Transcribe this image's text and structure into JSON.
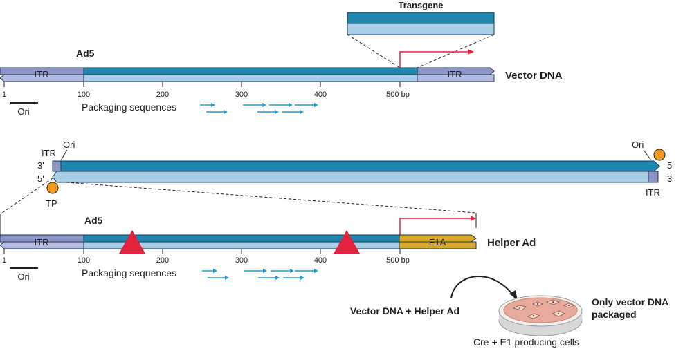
{
  "transgene_label": "Transgene",
  "vector": {
    "ad5_label": "Ad5",
    "itr_left": "ITR",
    "itr_right": "ITR",
    "name": "Vector DNA",
    "ticks": [
      "1",
      "100",
      "200",
      "300",
      "400",
      "500 bp"
    ],
    "ori": "Ori",
    "packaging": "Packaging sequences"
  },
  "genome": {
    "itr_left": "ITR",
    "ori_left": "Ori",
    "end_3_left": "3'",
    "end_5_left": "5'",
    "tp": "TP",
    "ori_right": "Ori",
    "end_5_right": "5'",
    "end_3_right": "3'",
    "itr_right": "ITR"
  },
  "helper": {
    "ad5_label": "Ad5",
    "itr_left": "ITR",
    "e1a": "E1A",
    "name": "Helper Ad",
    "ticks": [
      "1",
      "100",
      "200",
      "300",
      "400",
      "500 bp"
    ],
    "ori": "Ori",
    "packaging": "Packaging sequences"
  },
  "dish": {
    "input": "Vector DNA + Helper Ad",
    "result_line1": "Only vector DNA",
    "result_line2": "packaged",
    "cells": "Cre + E1 producing cells"
  },
  "colors": {
    "dark_blue": "#1f87ad",
    "light_blue": "#a9cfe8",
    "itr_purple": "#8d94c6",
    "itr_purple_light": "#b6bce0",
    "e1a_gold": "#d9a828",
    "red": "#e3223b",
    "orange": "#f39a1e",
    "arrow_blue": "#1d9ad6",
    "dish_pink": "#e7a99a"
  }
}
